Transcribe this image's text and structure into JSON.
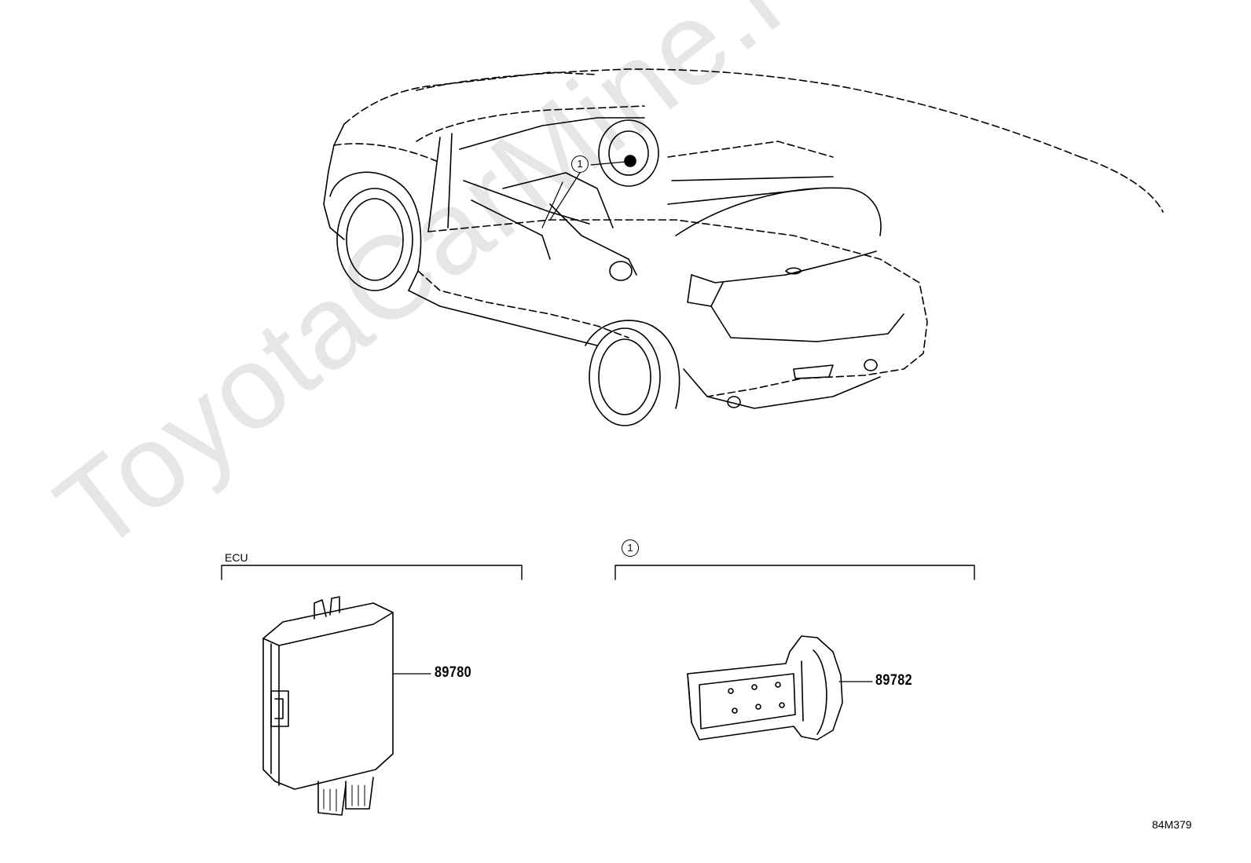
{
  "watermark": "ToyotaCarMine.ru",
  "callout_number": "1",
  "sections": {
    "ecu": {
      "label": "ECU",
      "part_number": "89780"
    },
    "item1": {
      "callout": "1",
      "part_number": "89782"
    }
  },
  "reference_code": "84M379"
}
